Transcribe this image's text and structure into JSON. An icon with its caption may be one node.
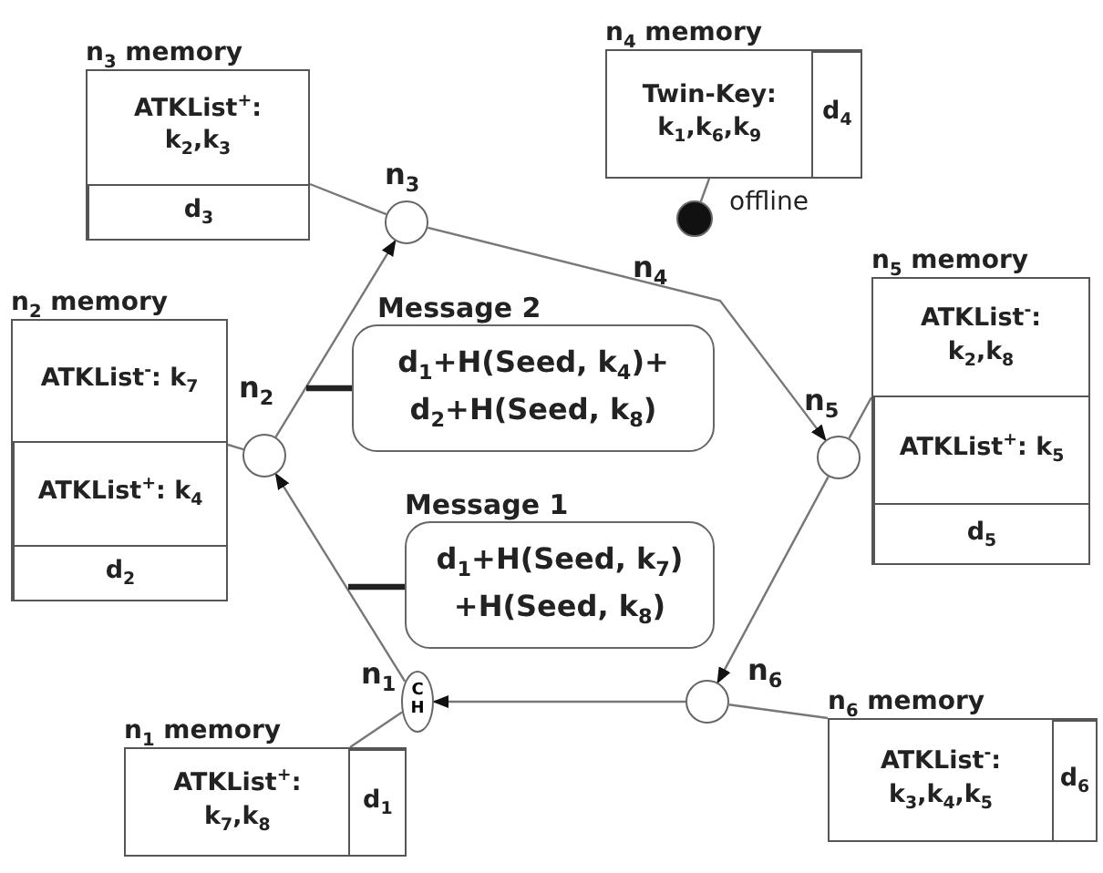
{
  "diagram": {
    "nodes": [
      {
        "text": [
          "n$_{3}$ memory",
          "ATKList$^{+}$: k$_{2}$,k$_{3}$",
          "d$_{3}$"
        ]
      },
      {
        "text": [
          "n$_{4}$ memory",
          "**Twin-Key:** k$_{1}$,k$_{6}$,k$_{9}$",
          "d$_{4}$"
        ]
      },
      {
        "text": [],
        "shape": "circle",
        "beside": [
          "n$_{3}$"
        ]
      },
      {
        "text": [],
        "shape": "circle",
        "beside": [
          "n$_{4}$",
          "offline"
        ]
      },
      {
        "text": [
          "n$_{2}$ memory",
          "ATKList$^{-}$: k$_{7}$",
          "ATKList$^{+}$: k$_{4}$",
          "d$_{2}$"
        ]
      },
      {
        "text": [
          "Message 2",
          "d$_{1}$+H(Seed, k$_{4}$)+ d$_{2}$+H(Seed, k$_{8}$)"
        ]
      },
      {
        "text": [],
        "shape": "circle",
        "beside": [
          "n$_{2}$"
        ]
      },
      {
        "text": [
          "n$_{5}$ memory",
          "ATKList$^{-}$: k$_{2}$,k$_{8}$",
          "ATKList$^{+}$: k$_{5}$",
          "d$_{5}$"
        ]
      },
      {
        "text": [],
        "shape": "circle",
        "beside": [
          "n$_{5}$"
        ]
      },
      {
        "text": [
          "Message 1",
          "d$_{1}$+H(Seed, k$_{7}$) +H(Seed, k$_{8}$)"
        ]
      },
      {
        "text": [
          "C H"
        ],
        "beside": [
          "n$_{1}$"
        ]
      },
      {
        "text": [],
        "shape": "circle",
        "beside": [
          "n$_{6}$"
        ]
      },
      {
        "text": [
          "n$_{6}$ memory",
          "ATKList$^{-}$: k$_{3}$,k$_{4}$,k$_{5}$",
          "d$_{6}$"
        ]
      },
      {
        "text": [
          "n$_{1}$ memory",
          "ATKList$^{+}$: k$_{7}$,k$_{8}$",
          "d$_{1}$"
        ]
      }
    ],
    "edges": [
      {
        "from": 10,
        "to": 6,
        "arrow": "to"
      },
      {
        "from": 6,
        "to": 2,
        "arrow": "to"
      },
      {
        "from": 2,
        "to": 8,
        "arrow": "to"
      },
      {
        "from": 8,
        "to": 11,
        "arrow": "to"
      },
      {
        "from": 11,
        "to": 10,
        "arrow": "to"
      },
      {
        "from": 2,
        "to": 0,
        "arrow": "none"
      },
      {
        "from": 3,
        "to": 1,
        "arrow": "none"
      },
      {
        "from": 6,
        "to": 4,
        "arrow": "none"
      },
      {
        "from": 8,
        "to": 7,
        "arrow": "none"
      },
      {
        "from": 11,
        "to": 12,
        "arrow": "none"
      },
      {
        "from": 10,
        "to": 13,
        "arrow": "none"
      },
      {
        "from": 5,
        "to": null,
        "arrow": "none",
        "style": "thick"
      },
      {
        "from": 9,
        "to": null,
        "arrow": "none",
        "style": "thick"
      }
    ]
  }
}
